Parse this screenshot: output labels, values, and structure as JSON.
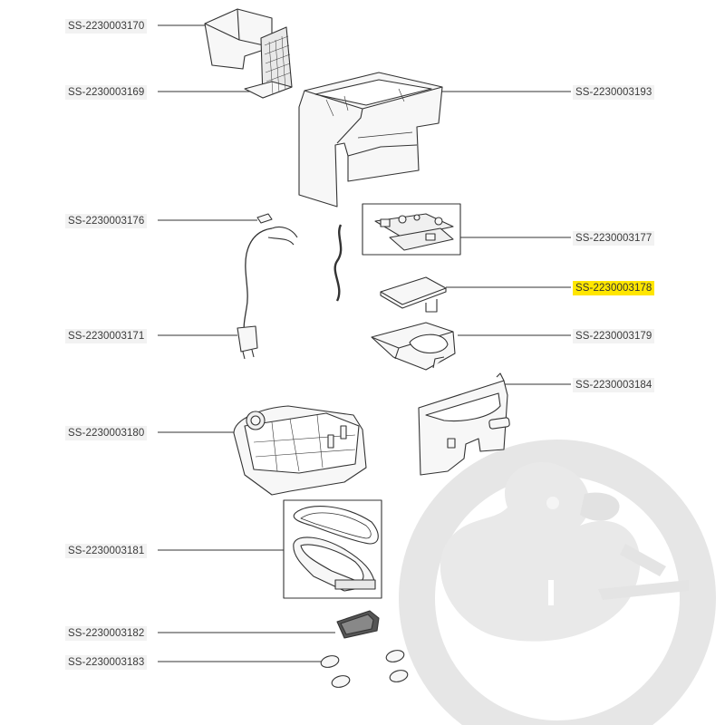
{
  "parts": [
    {
      "id": "p170",
      "code": "SS-2230003170",
      "highlighted": false
    },
    {
      "id": "p169",
      "code": "SS-2230003169",
      "highlighted": false
    },
    {
      "id": "p176",
      "code": "SS-2230003176",
      "highlighted": false
    },
    {
      "id": "p171",
      "code": "SS-2230003171",
      "highlighted": false
    },
    {
      "id": "p180",
      "code": "SS-2230003180",
      "highlighted": false
    },
    {
      "id": "p181",
      "code": "SS-2230003181",
      "highlighted": false
    },
    {
      "id": "p182",
      "code": "SS-2230003182",
      "highlighted": false
    },
    {
      "id": "p183",
      "code": "SS-2230003183",
      "highlighted": false
    },
    {
      "id": "p193",
      "code": "SS-2230003193",
      "highlighted": false
    },
    {
      "id": "p177",
      "code": "SS-2230003177",
      "highlighted": false
    },
    {
      "id": "p178",
      "code": "SS-2230003178",
      "highlighted": true
    },
    {
      "id": "p179",
      "code": "SS-2230003179",
      "highlighted": false
    },
    {
      "id": "p184",
      "code": "SS-2230003184",
      "highlighted": false
    }
  ],
  "colors": {
    "highlight": "#ffe600",
    "label_bg": "#f2f2f2",
    "line": "#333333",
    "watermark": "#e6e6e6"
  }
}
